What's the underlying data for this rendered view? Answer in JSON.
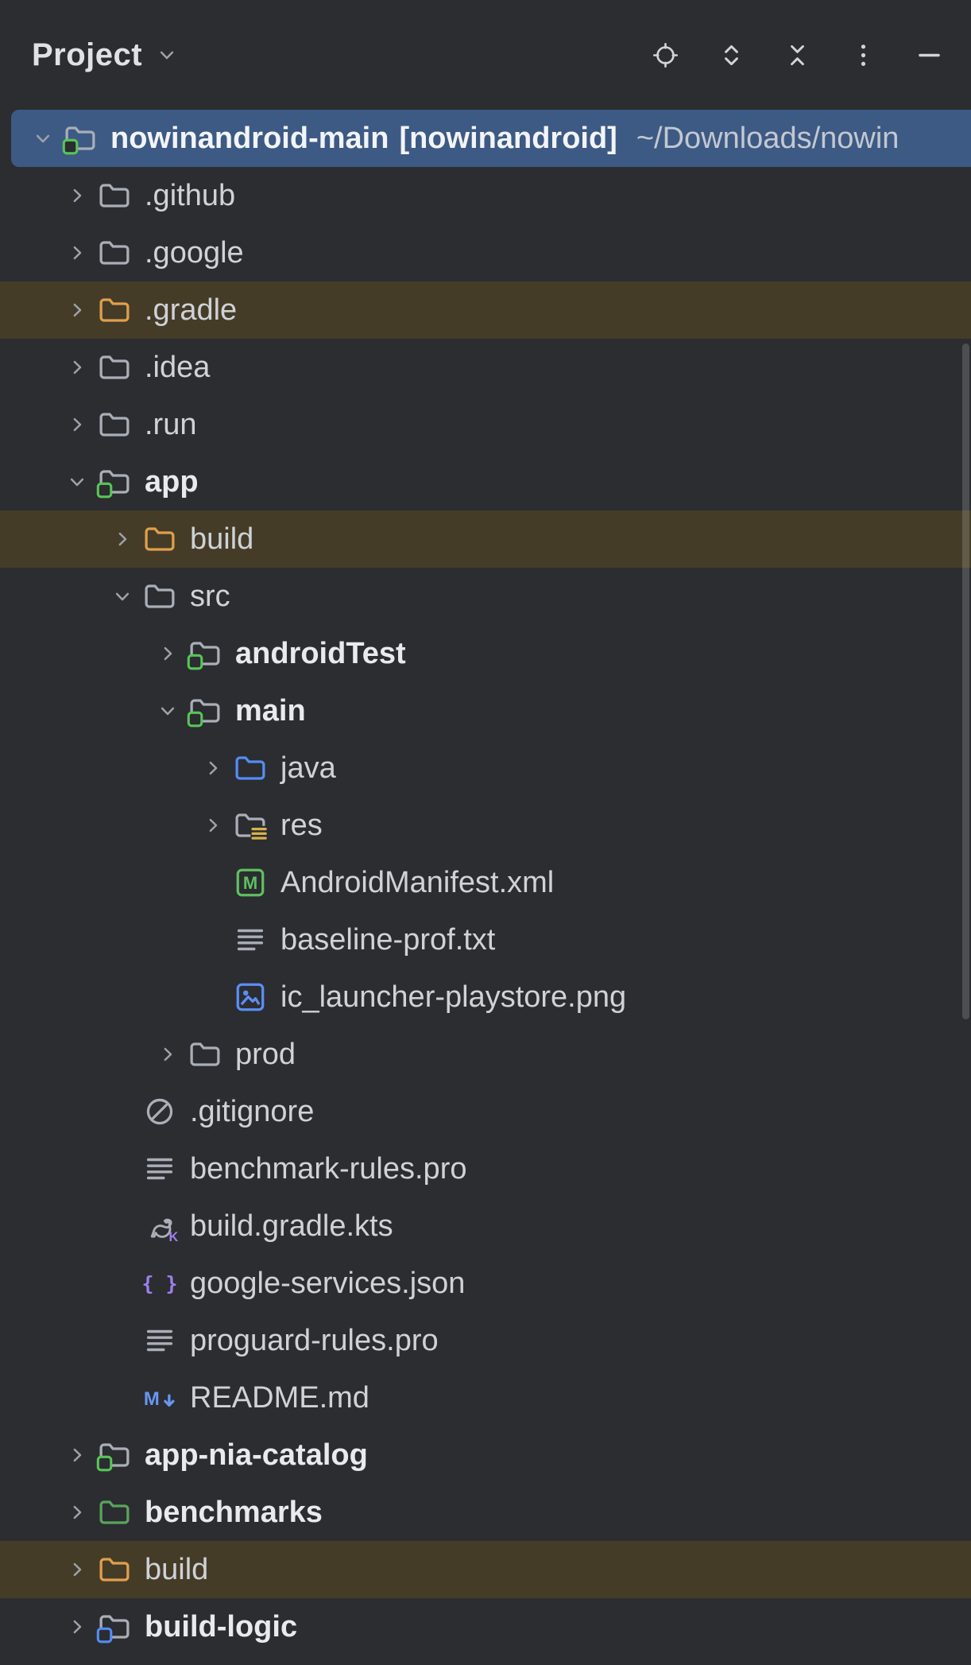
{
  "colors": {
    "background": "#2b2d30",
    "selection_background": "#3d5a84",
    "excluded_row_background": "#453c28",
    "folder_default": "#a9aeb8",
    "folder_excluded": "#dfa04c",
    "folder_sources": "#548cf7",
    "module_badge_green": "#58c558",
    "module_badge_blue": "#548cf7",
    "manifest_green": "#5fbf61",
    "json_purple": "#9f7ef0",
    "markdown_blue": "#6897f2"
  },
  "header": {
    "title": "Project",
    "caret_icon": "chevron-down-icon",
    "actions": [
      {
        "name": "locate-icon"
      },
      {
        "name": "expand-all-icon"
      },
      {
        "name": "collapse-all-icon"
      },
      {
        "name": "more-options-icon"
      },
      {
        "name": "hide-icon"
      }
    ]
  },
  "tree": {
    "rows": [
      {
        "label": "nowinandroid-main",
        "bracket": "[nowinandroid]",
        "path": "~/Downloads/nowin",
        "depth": 0,
        "chevron": "down",
        "icon": "module-folder-icon",
        "bold": true,
        "state": "selected"
      },
      {
        "label": ".github",
        "depth": 1,
        "chevron": "right",
        "icon": "folder-icon",
        "bold": false
      },
      {
        "label": ".google",
        "depth": 1,
        "chevron": "right",
        "icon": "folder-icon",
        "bold": false
      },
      {
        "label": ".gradle",
        "depth": 1,
        "chevron": "right",
        "icon": "excluded-folder-icon",
        "bold": false,
        "state": "excluded"
      },
      {
        "label": ".idea",
        "depth": 1,
        "chevron": "right",
        "icon": "folder-icon",
        "bold": false
      },
      {
        "label": ".run",
        "depth": 1,
        "chevron": "right",
        "icon": "folder-icon",
        "bold": false
      },
      {
        "label": "app",
        "depth": 1,
        "chevron": "down",
        "icon": "module-folder-icon",
        "bold": true
      },
      {
        "label": "build",
        "depth": 2,
        "chevron": "right",
        "icon": "excluded-folder-icon",
        "bold": false,
        "state": "excluded"
      },
      {
        "label": "src",
        "depth": 2,
        "chevron": "down",
        "icon": "folder-icon",
        "bold": false
      },
      {
        "label": "androidTest",
        "depth": 3,
        "chevron": "right",
        "icon": "module-folder-icon",
        "bold": true
      },
      {
        "label": "main",
        "depth": 3,
        "chevron": "down",
        "icon": "module-folder-icon",
        "bold": true
      },
      {
        "label": "java",
        "depth": 4,
        "chevron": "right",
        "icon": "sources-folder-icon",
        "bold": false
      },
      {
        "label": "res",
        "depth": 4,
        "chevron": "right",
        "icon": "resources-folder-icon",
        "bold": false
      },
      {
        "label": "AndroidManifest.xml",
        "depth": 4,
        "chevron": "none",
        "icon": "manifest-file-icon",
        "bold": false
      },
      {
        "label": "baseline-prof.txt",
        "depth": 4,
        "chevron": "none",
        "icon": "text-file-icon",
        "bold": false
      },
      {
        "label": "ic_launcher-playstore.png",
        "depth": 4,
        "chevron": "none",
        "icon": "image-file-icon",
        "bold": false
      },
      {
        "label": "prod",
        "depth": 3,
        "chevron": "right",
        "icon": "folder-icon",
        "bold": false
      },
      {
        "label": ".gitignore",
        "depth": 2,
        "chevron": "none",
        "icon": "ignore-file-icon",
        "bold": false
      },
      {
        "label": "benchmark-rules.pro",
        "depth": 2,
        "chevron": "none",
        "icon": "text-file-icon",
        "bold": false
      },
      {
        "label": "build.gradle.kts",
        "depth": 2,
        "chevron": "none",
        "icon": "gradle-file-icon",
        "bold": false
      },
      {
        "label": "google-services.json",
        "depth": 2,
        "chevron": "none",
        "icon": "json-file-icon",
        "bold": false
      },
      {
        "label": "proguard-rules.pro",
        "depth": 2,
        "chevron": "none",
        "icon": "text-file-icon",
        "bold": false
      },
      {
        "label": "README.md",
        "depth": 2,
        "chevron": "none",
        "icon": "markdown-file-icon",
        "bold": false
      },
      {
        "label": "app-nia-catalog",
        "depth": 1,
        "chevron": "right",
        "icon": "module-folder-icon",
        "bold": true
      },
      {
        "label": "benchmarks",
        "depth": 1,
        "chevron": "right",
        "icon": "green-folder-icon",
        "bold": true
      },
      {
        "label": "build",
        "depth": 1,
        "chevron": "right",
        "icon": "excluded-folder-icon",
        "bold": false,
        "state": "excluded"
      },
      {
        "label": "build-logic",
        "depth": 1,
        "chevron": "right",
        "icon": "module-blue-folder-icon",
        "bold": true
      }
    ]
  }
}
